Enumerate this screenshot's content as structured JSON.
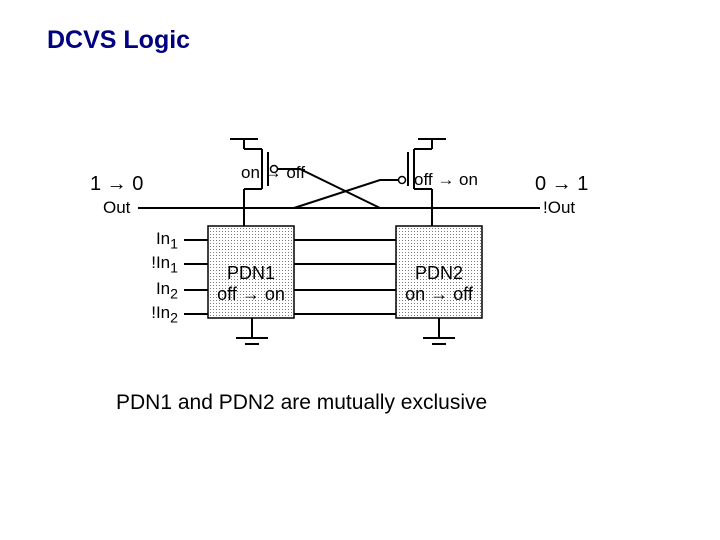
{
  "title": "DCVS Logic",
  "left_transition": "1 → 0",
  "out_label": "Out",
  "right_transition": "0 → 1",
  "nout_label": "!Out",
  "inputs": [
    {
      "base": "In",
      "sub": "1"
    },
    {
      "base": "!In",
      "sub": "1"
    },
    {
      "base": "In",
      "sub": "2"
    },
    {
      "base": "!In",
      "sub": "2"
    }
  ],
  "pmos_left_state": "on → off",
  "pmos_right_state": "off → on",
  "pdn1": {
    "name": "PDN1",
    "state": "off → on"
  },
  "pdn2": {
    "name": "PDN2",
    "state": "on → off"
  },
  "caption": "PDN1 and PDN2 are mutually exclusive",
  "colors": {
    "title": "#000080",
    "wire": "#000000",
    "box_fill": "#d9d9d9"
  }
}
